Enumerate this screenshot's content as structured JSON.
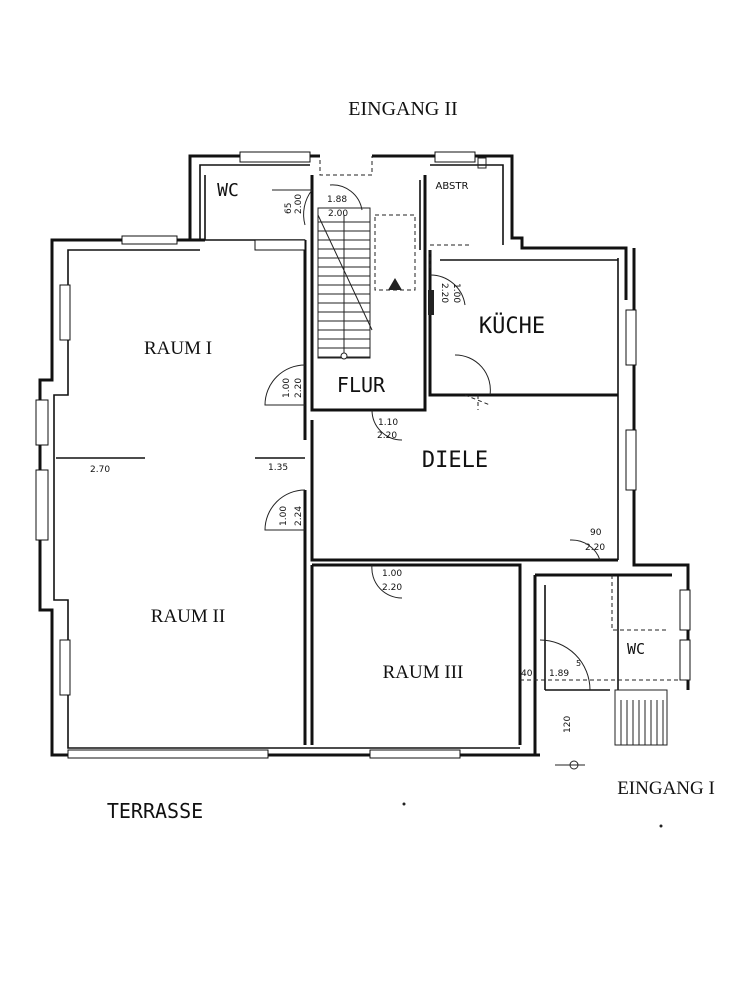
{
  "labels": {
    "eingang_2": "EINGANG II",
    "eingang_1": "EINGANG I",
    "terrasse": "TERRASSE",
    "raum_1": "RAUM I",
    "raum_2": "RAUM II",
    "raum_3": "RAUM III",
    "flur": "FLUR",
    "diele": "DIELE",
    "kueche": "KÜCHE",
    "wc_top": "WC",
    "wc_bottom": "WC",
    "abstr": "ABSTR"
  },
  "dimensions": {
    "wc_door_w": "65",
    "wc_door_h": "2.00",
    "flur_door_w": "1.88",
    "flur_door_h": "2.00",
    "kueche_door_w": "1.00",
    "kueche_door_h": "2.20",
    "raum1_door_w": "1.00",
    "raum1_door_h": "2.20",
    "flur_bottom_w": "1.10",
    "flur_bottom_h": "2.20",
    "raum1_width": "2.70",
    "raum1_right": "1.35",
    "raum2_door_w": "1.00",
    "raum2_door_h": "2.24",
    "diele_door_w": "90",
    "diele_door_h": "2.20",
    "raum3_door_w": "1.00",
    "raum3_door_h": "2.20",
    "wc2_door_w": "1.89",
    "wc2_door_sup": "5",
    "wc2_left": "40",
    "stair_height": "120"
  }
}
